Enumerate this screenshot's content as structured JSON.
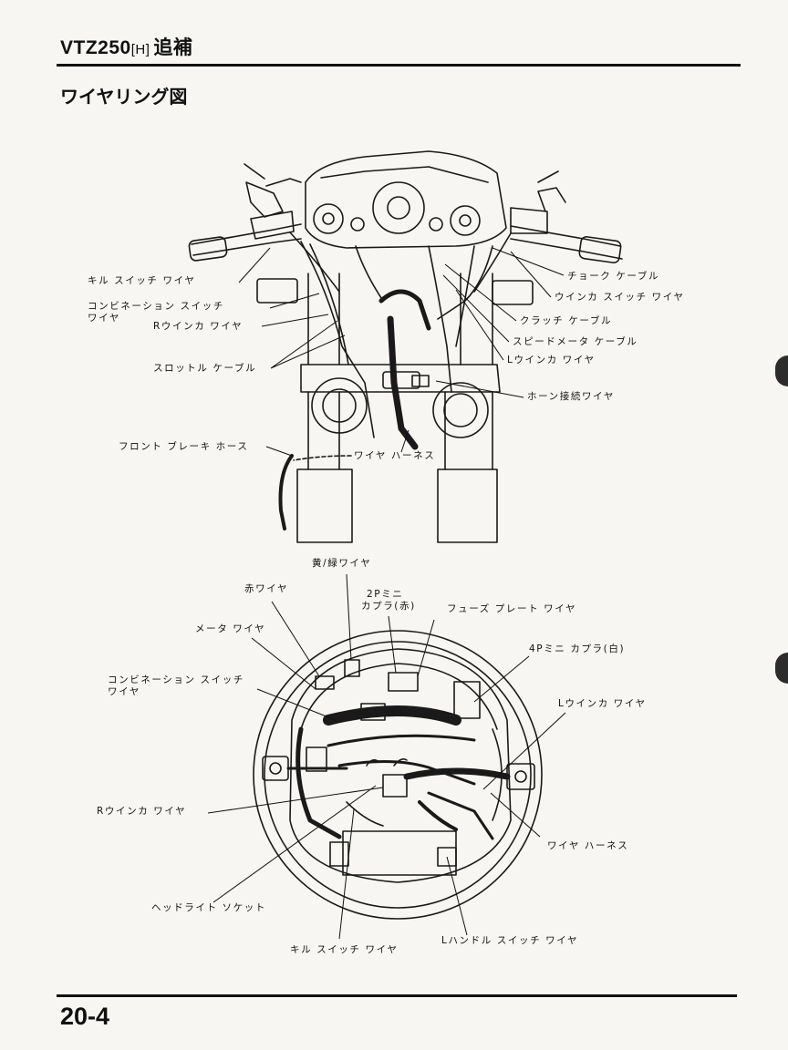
{
  "header": {
    "model": "VTZ250",
    "bracket": "[H]",
    "suffix": "追補"
  },
  "section_title": "ワイヤリング図",
  "page_number": "20-4",
  "upper_labels": {
    "kill_switch_wire": "キル スイッチ ワイヤ",
    "combination_switch_wire_1": "コンビネーション スイッチ",
    "combination_switch_wire_2": "ワイヤ",
    "r_winker_wire": "Rウインカ ワイヤ",
    "throttle_cable": "スロットル ケーブル",
    "front_brake_hose": "フロント ブレーキ ホース",
    "wire_harness": "ワイヤ ハーネス",
    "choke_cable": "チョーク ケーブル",
    "winker_switch_wire": "ウインカ スイッチ ワイヤ",
    "clutch_cable": "クラッチ ケーブル",
    "speedometer_cable": "スピードメータ ケーブル",
    "l_winker_wire": "Lウインカ ワイヤ",
    "horn_wire": "ホーン接続ワイヤ"
  },
  "lower_labels": {
    "yellow_green_wire": "黄/緑ワイヤ",
    "red_wire": "赤ワイヤ",
    "mini_coupler_2p_1": "2Pミニ",
    "mini_coupler_2p_2": "カプラ(赤)",
    "fuse_plate_wire": "フューズ プレート ワイヤ",
    "meter_wire": "メータ ワイヤ",
    "mini_coupler_4p": "4Pミニ カプラ(白)",
    "combination_switch_wire_1": "コンビネーション スイッチ",
    "combination_switch_wire_2": "ワイヤ",
    "l_winker_wire": "Lウインカ ワイヤ",
    "r_winker_wire": "Rウインカ ワイヤ",
    "wire_harness": "ワイヤ ハーネス",
    "headlight_socket": "ヘッドライト ソケット",
    "l_handle_switch_wire": "Lハンドル スイッチ ワイヤ",
    "kill_switch_wire": "キル スイッチ ワイヤ"
  }
}
